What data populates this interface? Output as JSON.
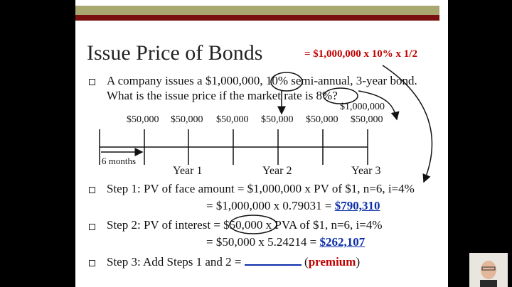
{
  "slide": {
    "title": "Issue Price of Bonds",
    "annotation_formula": "= $1,000,000 x 10% x 1/2",
    "bullet1_line1": "A company issues a $1,000,000, 10% semi-annual, 3-year bond.",
    "bullet1_line2": "What is the issue price if the market rate is 8%?",
    "face_value_label": "$1,000,000",
    "payments": [
      "$50,000",
      "$50,000",
      "$50,000",
      "$50,000",
      "$50,000",
      "$50,000"
    ],
    "six_months": "6 months",
    "years": [
      "Year 1",
      "Year 2",
      "Year 3"
    ],
    "step1_line1": "Step 1: PV of face amount = $1,000,000 x PV of $1, n=6, i=4%",
    "step1_line2_prefix": "= $1,000,000 x 0.79031 = ",
    "step1_result": "$790,310",
    "step2_line1": "Step 2: PV of interest = $50,000 x PVA of $1, n=6, i=4%",
    "step2_line2_prefix": "= $50,000 x 5.24214 = ",
    "step2_result": "$262,107",
    "step3_prefix": "Step 3: Add Steps 1 and 2 = ",
    "step3_open": "(",
    "step3_premium": "premium",
    "step3_close": ")"
  },
  "colors": {
    "accent_red": "#c00000",
    "result_blue": "#0a2ea8",
    "band": "#a8a870",
    "band_dark": "#7a1010"
  }
}
